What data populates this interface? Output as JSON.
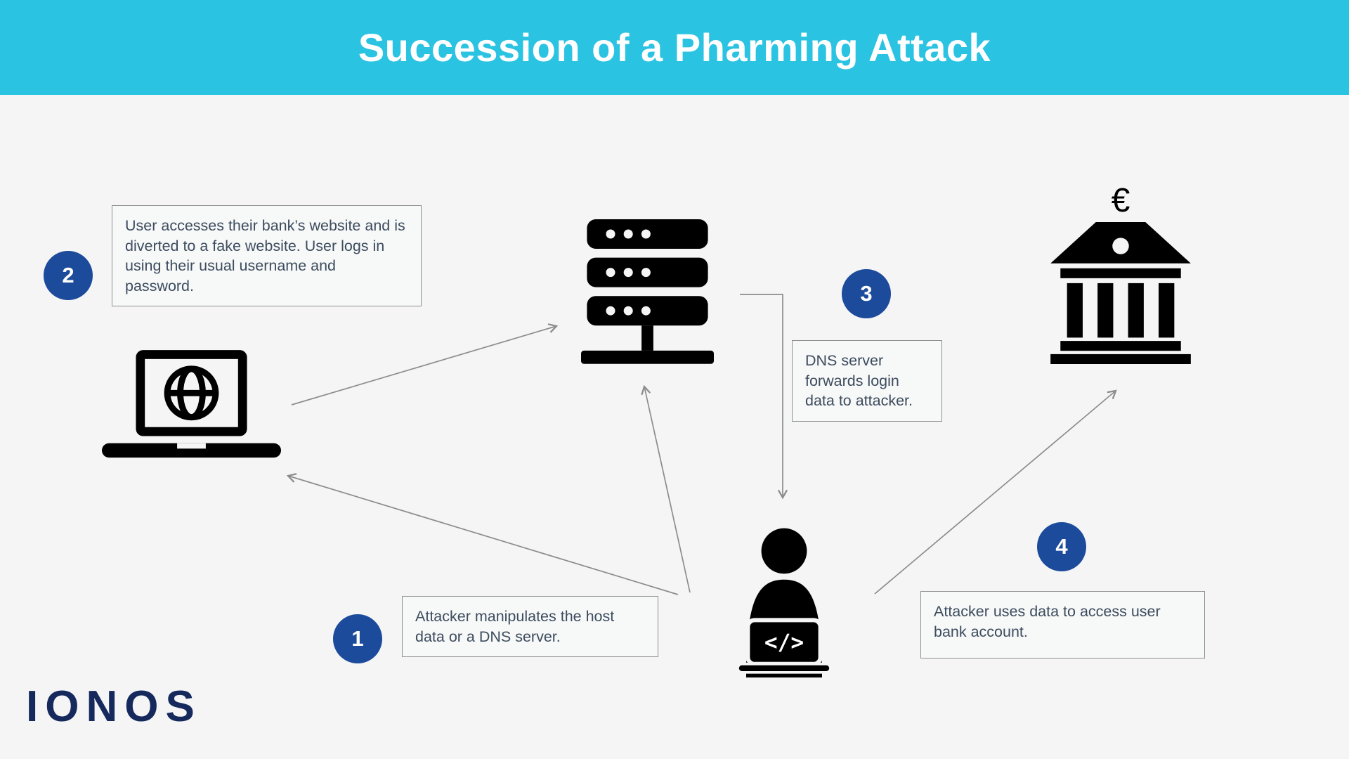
{
  "colors": {
    "header_bg": "#2bc3e2",
    "badge_bg": "#1c4b9c",
    "text": "#3d4c5e",
    "logo": "#16295c",
    "arrow": "#8c8c8c",
    "icon": "#000000",
    "page_bg": "#f5f5f6"
  },
  "header": {
    "title": "Succession of a Pharming Attack"
  },
  "diagram": {
    "steps": [
      {
        "number": "1",
        "text": "Attacker manipulates the host data or a DNS server."
      },
      {
        "number": "2",
        "text": "User accesses their bank’s website and is diverted to a fake website. User logs in using their usual username and password."
      },
      {
        "number": "3",
        "text": "DNS server forwards login data to attacker."
      },
      {
        "number": "4",
        "text": "Attacker uses data to access user bank account."
      }
    ],
    "bank_currency_symbol": "€",
    "attacker_code_symbol": "</>"
  },
  "branding": {
    "logo_text": "IONOS"
  }
}
